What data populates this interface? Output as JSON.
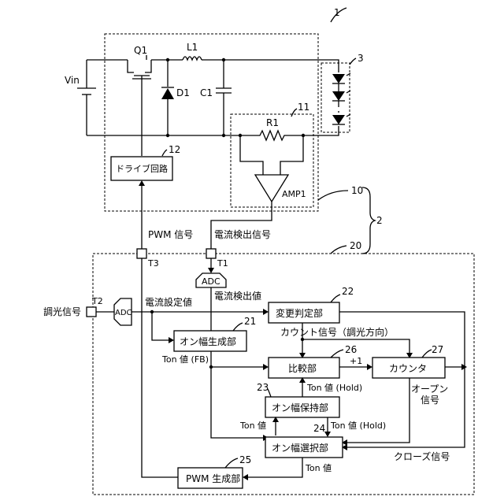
{
  "figure_number": "1",
  "refs": {
    "r2": "2",
    "r3": "3",
    "r10": "10",
    "r11": "11",
    "r12": "12",
    "r20": "20",
    "r21": "21",
    "r22": "22",
    "r23": "23",
    "r24": "24",
    "r25": "25",
    "r26": "26",
    "r27": "27"
  },
  "components": {
    "vin": "Vin",
    "q1": "Q1",
    "l1": "L1",
    "d1": "D1",
    "c1": "C1",
    "r1": "R1",
    "amp1": "AMP1"
  },
  "blocks": {
    "drive": "ドライブ回路",
    "adc": "ADC",
    "change_judge": "変更判定部",
    "on_width_gen": "オン幅生成部",
    "compare": "比較部",
    "counter": "カウンタ",
    "on_width_hold": "オン幅保持部",
    "on_width_select": "オン幅選択部",
    "pwm_gen": "PWM 生成部"
  },
  "signals": {
    "pwm": "PWM 信号",
    "current_detect": "電流検出信号",
    "current_detect_value": "電流検出値",
    "current_set_value": "電流設定値",
    "dimming": "調光信号",
    "count_signal": "カウント信号（調光方向）",
    "ton_fb": "Ton 値 (FB)",
    "plus1": "+1",
    "ton_hold_a": "Ton 値 (Hold)",
    "ton_hold_b": "Ton 値 (Hold)",
    "ton": "Ton 値",
    "ton_out": "Ton 値",
    "open": "オープン",
    "open2": "信号",
    "close": "クローズ信号"
  },
  "terminals": {
    "t1": "T1",
    "t2": "T2",
    "t3": "T3"
  }
}
